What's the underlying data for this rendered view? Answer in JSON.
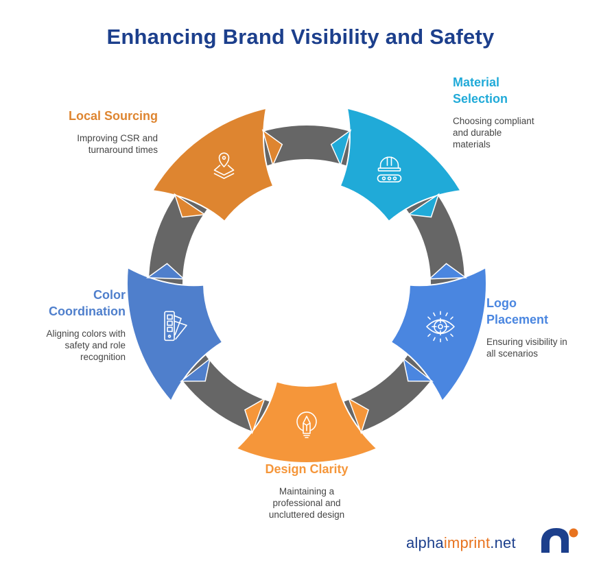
{
  "title": "Enhancing Brand Visibility and Safety",
  "colors": {
    "title": "#1C3F8C",
    "ring": "#666666",
    "desc_text": "#444444"
  },
  "steps": [
    {
      "id": "local-sourcing",
      "title": "Local Sourcing",
      "description": [
        "Improving CSR and",
        "turnaround times"
      ],
      "color": "#DE8530",
      "icon": "location-pin-layers-icon"
    },
    {
      "id": "material-selection",
      "title": [
        "Material",
        "Selection"
      ],
      "description": [
        "Choosing compliant",
        "and durable",
        "materials"
      ],
      "color": "#20AAD8",
      "icon": "hard-hat-conveyor-icon"
    },
    {
      "id": "logo-placement",
      "title": [
        "Logo",
        "Placement"
      ],
      "description": [
        "Ensuring visibility in",
        "all scenarios"
      ],
      "color": "#4A86E0",
      "icon": "eye-target-icon"
    },
    {
      "id": "design-clarity",
      "title": "Design Clarity",
      "description": [
        "Maintaining a",
        "professional and",
        "uncluttered design"
      ],
      "color": "#F5963A",
      "icon": "lightbulb-pencil-icon"
    },
    {
      "id": "color-coordination",
      "title": [
        "Color",
        "Coordination"
      ],
      "description": [
        "Aligning colors with",
        "safety and role",
        "recognition"
      ],
      "color": "#4F7FCC",
      "icon": "color-swatch-icon"
    }
  ],
  "footer": {
    "brand_part1": "alpha",
    "brand_part2": "imprint",
    "brand_part3": ".net",
    "logo_color": "#1C3F8C",
    "logo_dot_color": "#E8731F"
  }
}
